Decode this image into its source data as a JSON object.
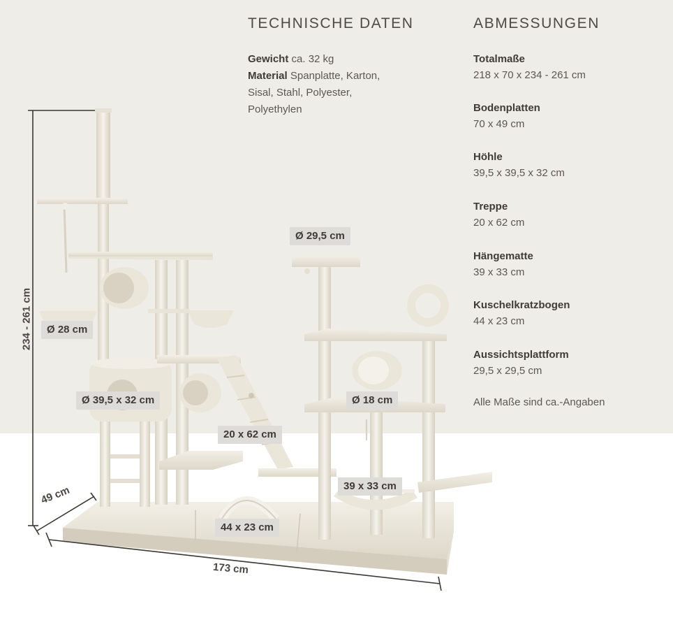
{
  "tech": {
    "heading": "TECHNISCHE DATEN",
    "weight_label": "Gewicht",
    "weight_value": "ca. 32 kg",
    "material_label": "Material",
    "material_value": "Spanplatte, Karton,",
    "material_line2": "Sisal, Stahl, Polyester,",
    "material_line3": "Polyethylen"
  },
  "dims": {
    "heading": "ABMESSUNGEN",
    "items": [
      {
        "title": "Totalmaße",
        "value": "218 x 70 x 234 - 261 cm"
      },
      {
        "title": "Bodenplatten",
        "value": "70 x 49 cm"
      },
      {
        "title": "Höhle",
        "value": "39,5 x 39,5 x 32 cm"
      },
      {
        "title": "Treppe",
        "value": "20 x 62 cm"
      },
      {
        "title": "Hängematte",
        "value": "39 x 33 cm"
      },
      {
        "title": "Kuschelkratzbogen",
        "value": "44 x 23 cm"
      },
      {
        "title": "Aussichtsplattform",
        "value": "29,5 x 29,5 cm"
      }
    ],
    "note": "Alle Maße sind ca.-Angaben"
  },
  "labels": {
    "platform": "Ø 29,5 cm",
    "tunnel_left": "Ø 28 cm",
    "cave": "Ø 39,5 x 32 cm",
    "tunnel_right": "Ø 18 cm",
    "stairs": "20 x 62 cm",
    "hammock": "39 x 33 cm",
    "arch": "44 x 23 cm"
  },
  "measures": {
    "height": "234 - 261 cm",
    "depth": "49 cm",
    "width": "173 cm"
  },
  "colors": {
    "panel": "#efede8",
    "tag": "#dedcd8",
    "wood": "#ebe6db",
    "sisal": "#f2efe8"
  }
}
